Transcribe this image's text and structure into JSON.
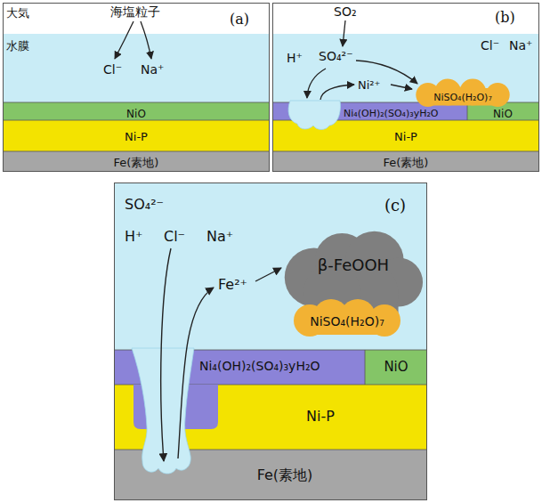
{
  "diagram": {
    "nodes": [
      {
        "text": [
          "(a)"
        ]
      },
      {
        "text": [
          "大気",
          "海塩粒子"
        ],
        "in": 0
      },
      {
        "text": [
          "水膜",
          "Cl⁻",
          "Na⁺"
        ],
        "in": 0
      },
      {
        "text": [
          "NiO"
        ],
        "in": 0
      },
      {
        "text": [
          "Ni-P"
        ],
        "in": 0
      },
      {
        "text": [
          "Fe(素地)"
        ],
        "in": 0
      },
      {
        "text": [
          "(b)"
        ]
      },
      {
        "text": [
          "SO₂"
        ],
        "in": 6
      },
      {
        "text": [
          "H⁺",
          "SO₄²⁻",
          "Ni²⁺",
          "Cl⁻",
          "Na⁺"
        ],
        "in": 6
      },
      {
        "text": [
          "NiSO₄(H₂O)₇"
        ],
        "in": 6
      },
      {
        "text": [
          "Ni₄(OH)₂(SO₄)₃yH₂O"
        ],
        "in": 6
      },
      {
        "text": [
          "NiO"
        ],
        "in": 6
      },
      {
        "text": [
          "Ni-P"
        ],
        "in": 6
      },
      {
        "text": [
          "Fe(素地)"
        ],
        "in": 6
      },
      {
        "text": [
          "(c)"
        ]
      },
      {
        "text": [
          "SO₄²⁻",
          "H⁺",
          "Cl⁻",
          "Na⁺",
          "Fe²⁺"
        ],
        "in": 14
      },
      {
        "text": [
          "β-FeOOH"
        ],
        "in": 14
      },
      {
        "text": [
          "NiSO₄(H₂O)₇"
        ],
        "in": 14
      },
      {
        "text": [
          "Ni₄(OH)₂(SO₄)₃yH₂O"
        ],
        "in": 14
      },
      {
        "text": [
          "NiO"
        ],
        "in": 14
      },
      {
        "text": [
          "Ni-P"
        ],
        "in": 14
      },
      {
        "text": [
          "Fe(素地)"
        ],
        "in": 14
      }
    ]
  }
}
